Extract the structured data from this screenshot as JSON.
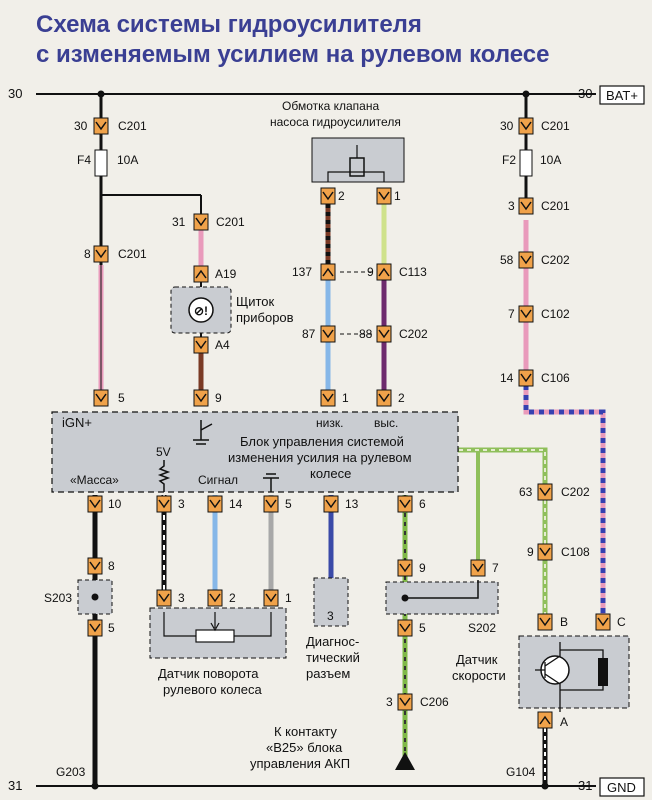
{
  "title": {
    "line1": "Схема системы гидроусилителя",
    "line2": "с изменяемым усилием на рулевом колесе"
  },
  "rails": {
    "top_left": "30",
    "top_right": "30",
    "bat_label": "BAT+",
    "bottom_left": "31",
    "bottom_right": "31",
    "gnd_label": "GND"
  },
  "valve": {
    "line1": "Обмотка клапана",
    "line2": "насоса гидроусилителя",
    "pin_left": "2",
    "pin_right": "1"
  },
  "left_feed": {
    "c201_top": "30",
    "c201_top_name": "C201",
    "fuse": "F4",
    "fuse_rating": "10A",
    "c201_mid": "8",
    "c201_mid_name": "C201",
    "pin_ign": "5",
    "ign_label": "iGN+"
  },
  "cluster": {
    "c201": "31",
    "c201_name": "C201",
    "a19": "A19",
    "a4": "A4",
    "label1": "Щиток",
    "label2": "приборов",
    "pin": "9"
  },
  "valve_wires": {
    "c113_left": "137",
    "c113_right": "9",
    "c113_name": "C113",
    "c202_left": "87",
    "c202_right": "88",
    "c202_name": "C202",
    "pin_low": "1",
    "pin_high": "2",
    "low_label": "низк.",
    "high_label": "выс."
  },
  "right_feed": {
    "c201_top": "30",
    "c201_top_name": "C201",
    "fuse": "F2",
    "fuse_rating": "10A",
    "c201_mid": "3",
    "c201_mid_name": "C201",
    "c202": "58",
    "c202_name": "C202",
    "c102": "7",
    "c102_name": "C102",
    "c106": "14",
    "c106_name": "C106"
  },
  "module": {
    "line1": "Блок управления системой",
    "line2": "изменения усилия на рулевом",
    "line3": "колесе",
    "ground_label": "«Масса»",
    "v5_label": "5V",
    "signal_label": "Сигнал",
    "pin_ground": "10",
    "pin_5v": "3",
    "pin_signal": "14",
    "pin_gnd2": "5",
    "pin_diag": "13",
    "pin_tcm": "6"
  },
  "splice_s203": {
    "label": "S203",
    "pin_top": "8",
    "pin_bottom": "5"
  },
  "steering_sensor": {
    "pin1": "3",
    "pin2": "2",
    "pin3": "1",
    "label1": "Датчик поворота",
    "label2": "рулевого колеса"
  },
  "diag": {
    "pin": "3",
    "label1": "Диагнос-",
    "label2": "тический",
    "label3": "разъем"
  },
  "splice_s202": {
    "label": "S202",
    "pin_left": "9",
    "pin_right": "7",
    "pin_bottom": "5"
  },
  "c206": {
    "pin": "3",
    "name": "C206"
  },
  "tcm": {
    "line1": "К контакту",
    "line2": "«B25» блока",
    "line3": "управления АКП"
  },
  "speed_sensor": {
    "c202": "63",
    "c202_name": "C202",
    "c108": "9",
    "c108_name": "C108",
    "pin_b": "B",
    "pin_c": "C",
    "pin_a": "A",
    "label1": "Датчик",
    "label2": "скорости"
  },
  "grounds": {
    "left": "G203",
    "right": "G104"
  }
}
